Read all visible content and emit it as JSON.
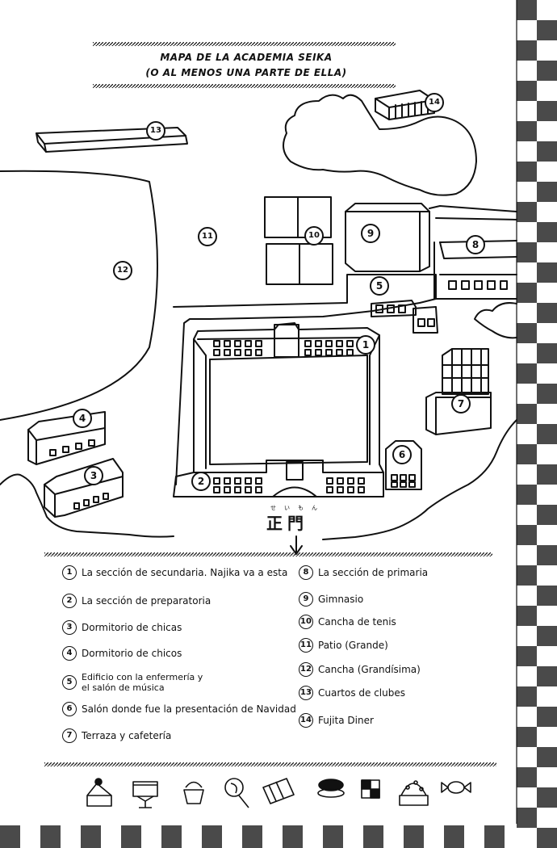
{
  "title": {
    "line1": "MAPA DE LA ACADEMIA SEIKA",
    "line2": "(O AL MENOS UNA PARTE DE ELLA)"
  },
  "gate": {
    "label": "正門",
    "ruby": "せいもん"
  },
  "map_markers": [
    "1",
    "2",
    "3",
    "4",
    "5",
    "6",
    "7",
    "8",
    "9",
    "10",
    "11",
    "12",
    "13",
    "14"
  ],
  "legend": [
    {
      "num": "1",
      "text": "La sección de secundaria. Najika va a esta"
    },
    {
      "num": "2",
      "text": "La sección de preparatoria"
    },
    {
      "num": "3",
      "text": "Dormitorio de chicas"
    },
    {
      "num": "4",
      "text": "Dormitorio de chicos"
    },
    {
      "num": "5",
      "text": "Edificio con la enfermería y",
      "text2": "el salón de música"
    },
    {
      "num": "6",
      "text": "Salón donde fue la presentación de Navidad"
    },
    {
      "num": "7",
      "text": "Terraza y cafetería"
    },
    {
      "num": "8",
      "text": "La sección de primaria"
    },
    {
      "num": "9",
      "text": "Gimnasio"
    },
    {
      "num": "10",
      "text": "Cancha de tenis"
    },
    {
      "num": "11",
      "text": "Patio (Grande)"
    },
    {
      "num": "12",
      "text": "Cancha (Grandísima)"
    },
    {
      "num": "13",
      "text": "Cuartos de clubes"
    },
    {
      "num": "14",
      "text": "Fujita Diner"
    }
  ],
  "dessert_icons": [
    "cake-icon",
    "parfait-icon",
    "cupcake-icon",
    "lollipop-icon",
    "chocolate-bar-icon",
    "macaron-icon",
    "checker-cookie-icon",
    "decorated-cake-icon",
    "candy-icon"
  ],
  "colors": {
    "ink": "#111111",
    "checker_dark": "#4a4a4a",
    "checker_light": "#ffffff"
  }
}
